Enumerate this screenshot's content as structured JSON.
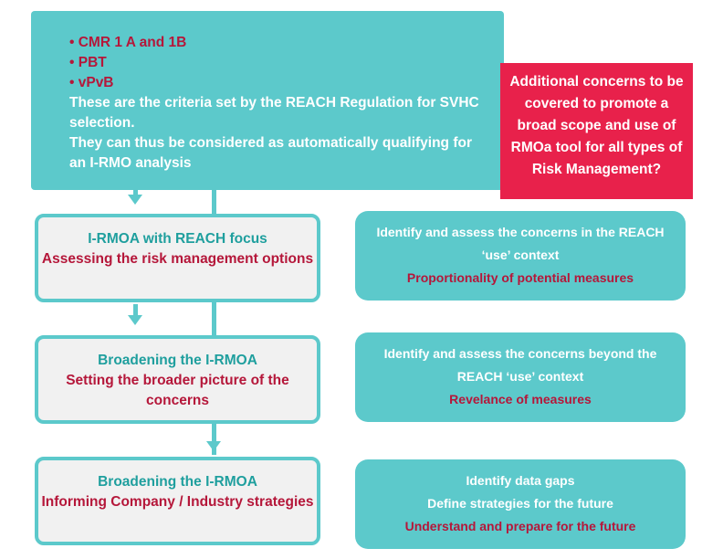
{
  "top_box": {
    "bullets": [
      "• CMR 1 A and 1B",
      "• PBT",
      "• vPvB"
    ],
    "line1": "These are the criteria set by the REACH Regulation for SVHC selection.",
    "line2": "They can thus be considered as automatically qualifying for an I-RMO analysis"
  },
  "red_box": {
    "text": "Additional concerns to be covered to promote a broad scope and use of RMOa tool for all types of Risk Management?"
  },
  "steps": [
    {
      "title": "I-RMOA with REACH focus",
      "subtitle": "Assessing the risk management options",
      "right_line1": "Identify and assess the concerns in the REACH",
      "right_line2": "‘use’ context",
      "right_emphasis": "Proportionality of potential measures"
    },
    {
      "title": "Broadening the I-RMOA",
      "subtitle": "Setting the broader picture of the concerns",
      "right_line1": "Identify and assess the concerns beyond the",
      "right_line2": "REACH ‘use’ context",
      "right_emphasis": "Revelance of measures"
    },
    {
      "title": "Broadening the I-RMOA",
      "subtitle": "Informing Company / Industry strategies",
      "right_line1": "Identify data gaps",
      "right_line2": "Define strategies for the future",
      "right_emphasis": "Understand and prepare for the future"
    }
  ],
  "colors": {
    "teal": "#5cc9cb",
    "dark_teal_text": "#1f9f9e",
    "crimson_text": "#b5173a",
    "red_box": "#e8214b",
    "grey_box": "#f1f1f1"
  }
}
